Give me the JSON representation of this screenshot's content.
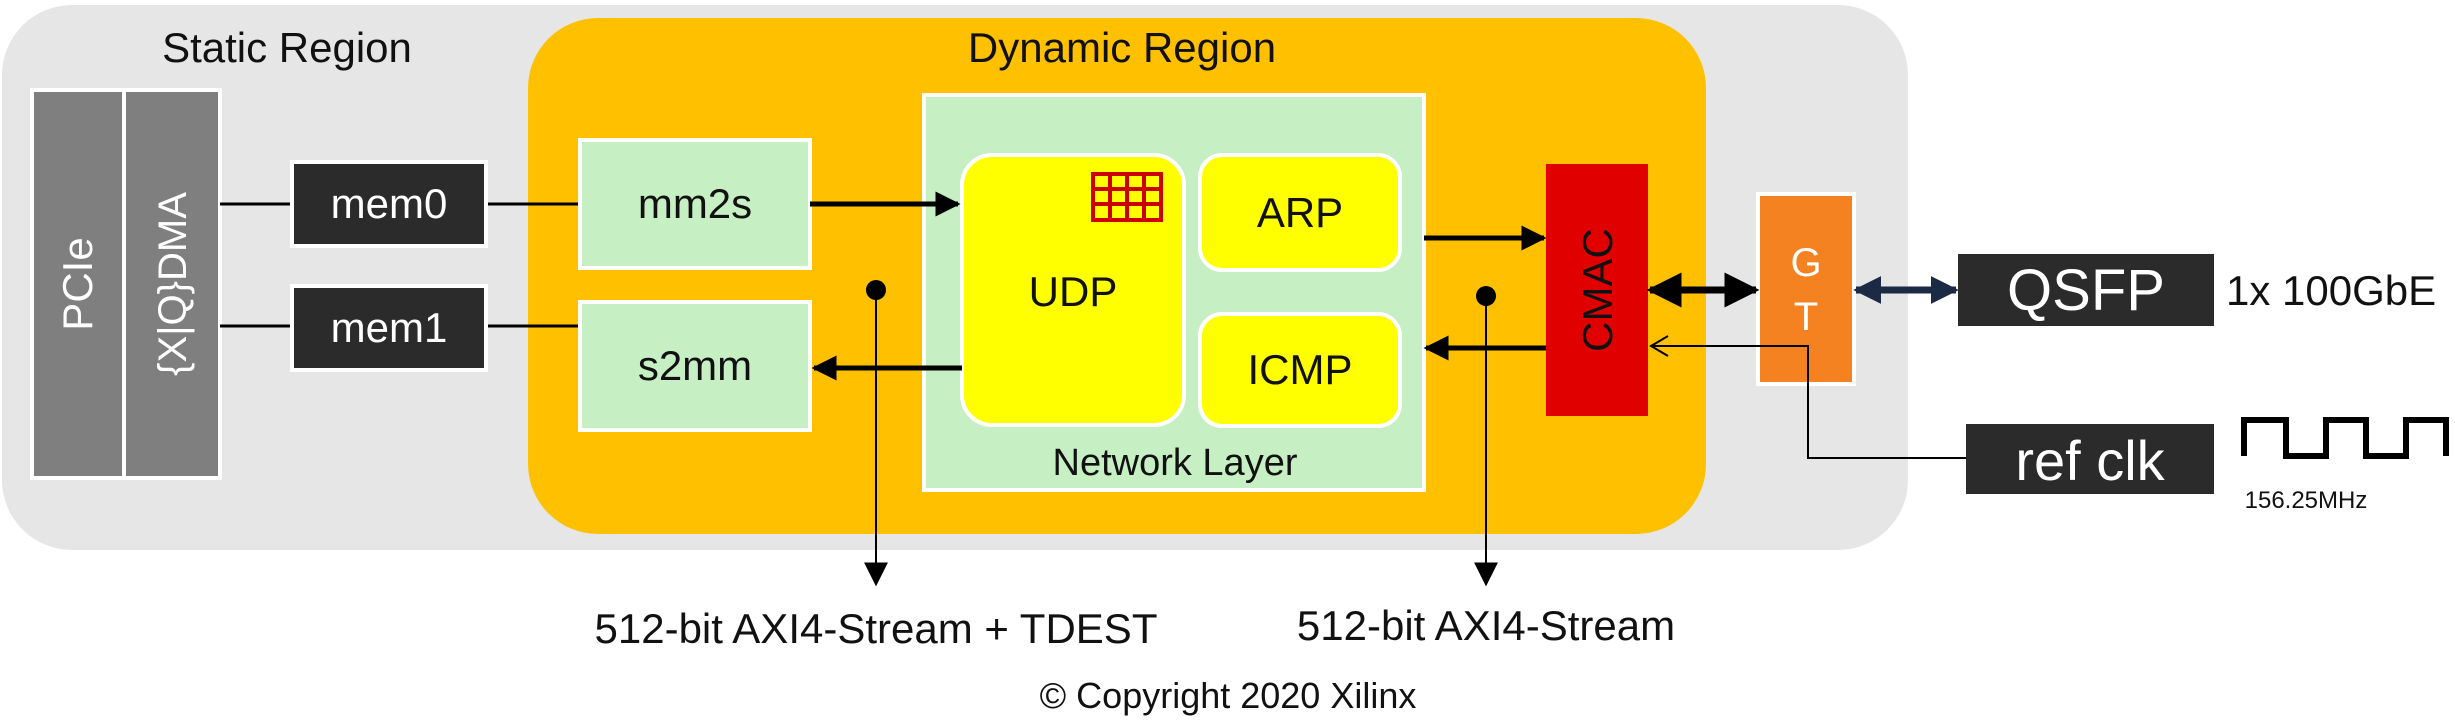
{
  "regions": {
    "static_label": "Static Region",
    "dynamic_label": "Dynamic Region",
    "network_label": "Network Layer"
  },
  "blocks": {
    "pcie": "PCIe",
    "dma": "{X|Q}DMA",
    "mem0": "mem0",
    "mem1": "mem1",
    "mm2s": "mm2s",
    "s2mm": "s2mm",
    "udp": "UDP",
    "arp": "ARP",
    "icmp": "ICMP",
    "cmac": "CMAC",
    "gt_top": "G",
    "gt_bottom": "T",
    "qsfp": "QSFP",
    "ref_clk": "ref clk"
  },
  "annotations": {
    "link_speed": "1x 100GbE",
    "clock_freq": "156.25MHz",
    "stream_left": "512-bit AXI4-Stream + TDEST",
    "stream_right": "512-bit AXI4-Stream",
    "copyright": "© Copyright 2020 Xilinx"
  },
  "colors": {
    "static_bg": "#e6e6e6",
    "dynamic_bg": "#ffc000",
    "network_bg": "#c6efc4",
    "yellow_block": "#ffff00",
    "dark_block": "#2b2b2b",
    "grey_block": "#7f7f7f",
    "cmac": "#e00000",
    "gt": "#f58220",
    "table_icon": "#cc0000"
  }
}
